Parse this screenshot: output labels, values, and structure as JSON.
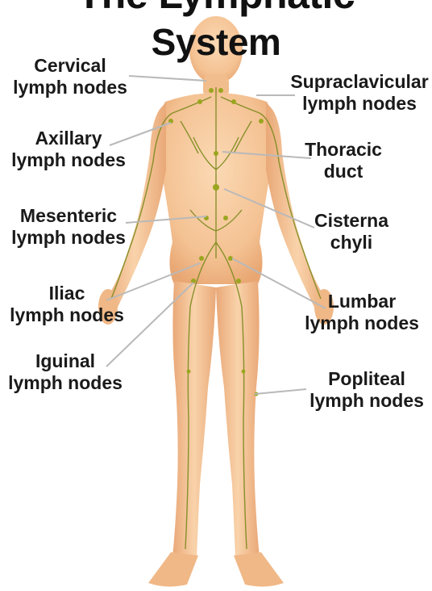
{
  "title": {
    "line1": "The Lymphatic",
    "line2": "System"
  },
  "labels": {
    "cervical": {
      "line1": "Cervical",
      "line2": "lymph nodes"
    },
    "supraclavicular": {
      "line1": "Supraclavicular",
      "line2": "lymph nodes"
    },
    "axillary": {
      "line1": "Axillary",
      "line2": "lymph nodes"
    },
    "thoracic": {
      "line1": "Thoracic",
      "line2": "duct"
    },
    "mesenteric": {
      "line1": "Mesenteric",
      "line2": "lymph nodes"
    },
    "cisterna": {
      "line1": "Cisterna",
      "line2": "chyli"
    },
    "iliac": {
      "line1": "Iliac",
      "line2": "lymph nodes"
    },
    "lumbar": {
      "line1": "Lumbar",
      "line2": "lymph nodes"
    },
    "inguinal": {
      "line1": "Iguinal",
      "line2": "lymph nodes"
    },
    "popliteal": {
      "line1": "Popliteal",
      "line2": "lymph nodes"
    }
  },
  "colors": {
    "skin": "#f6c89a",
    "skin_shade": "#e9a877",
    "vessel": "#7c8a1e",
    "node": "#9aa61f",
    "leader": "#b9b9b9",
    "text": "#1a1a1a"
  }
}
